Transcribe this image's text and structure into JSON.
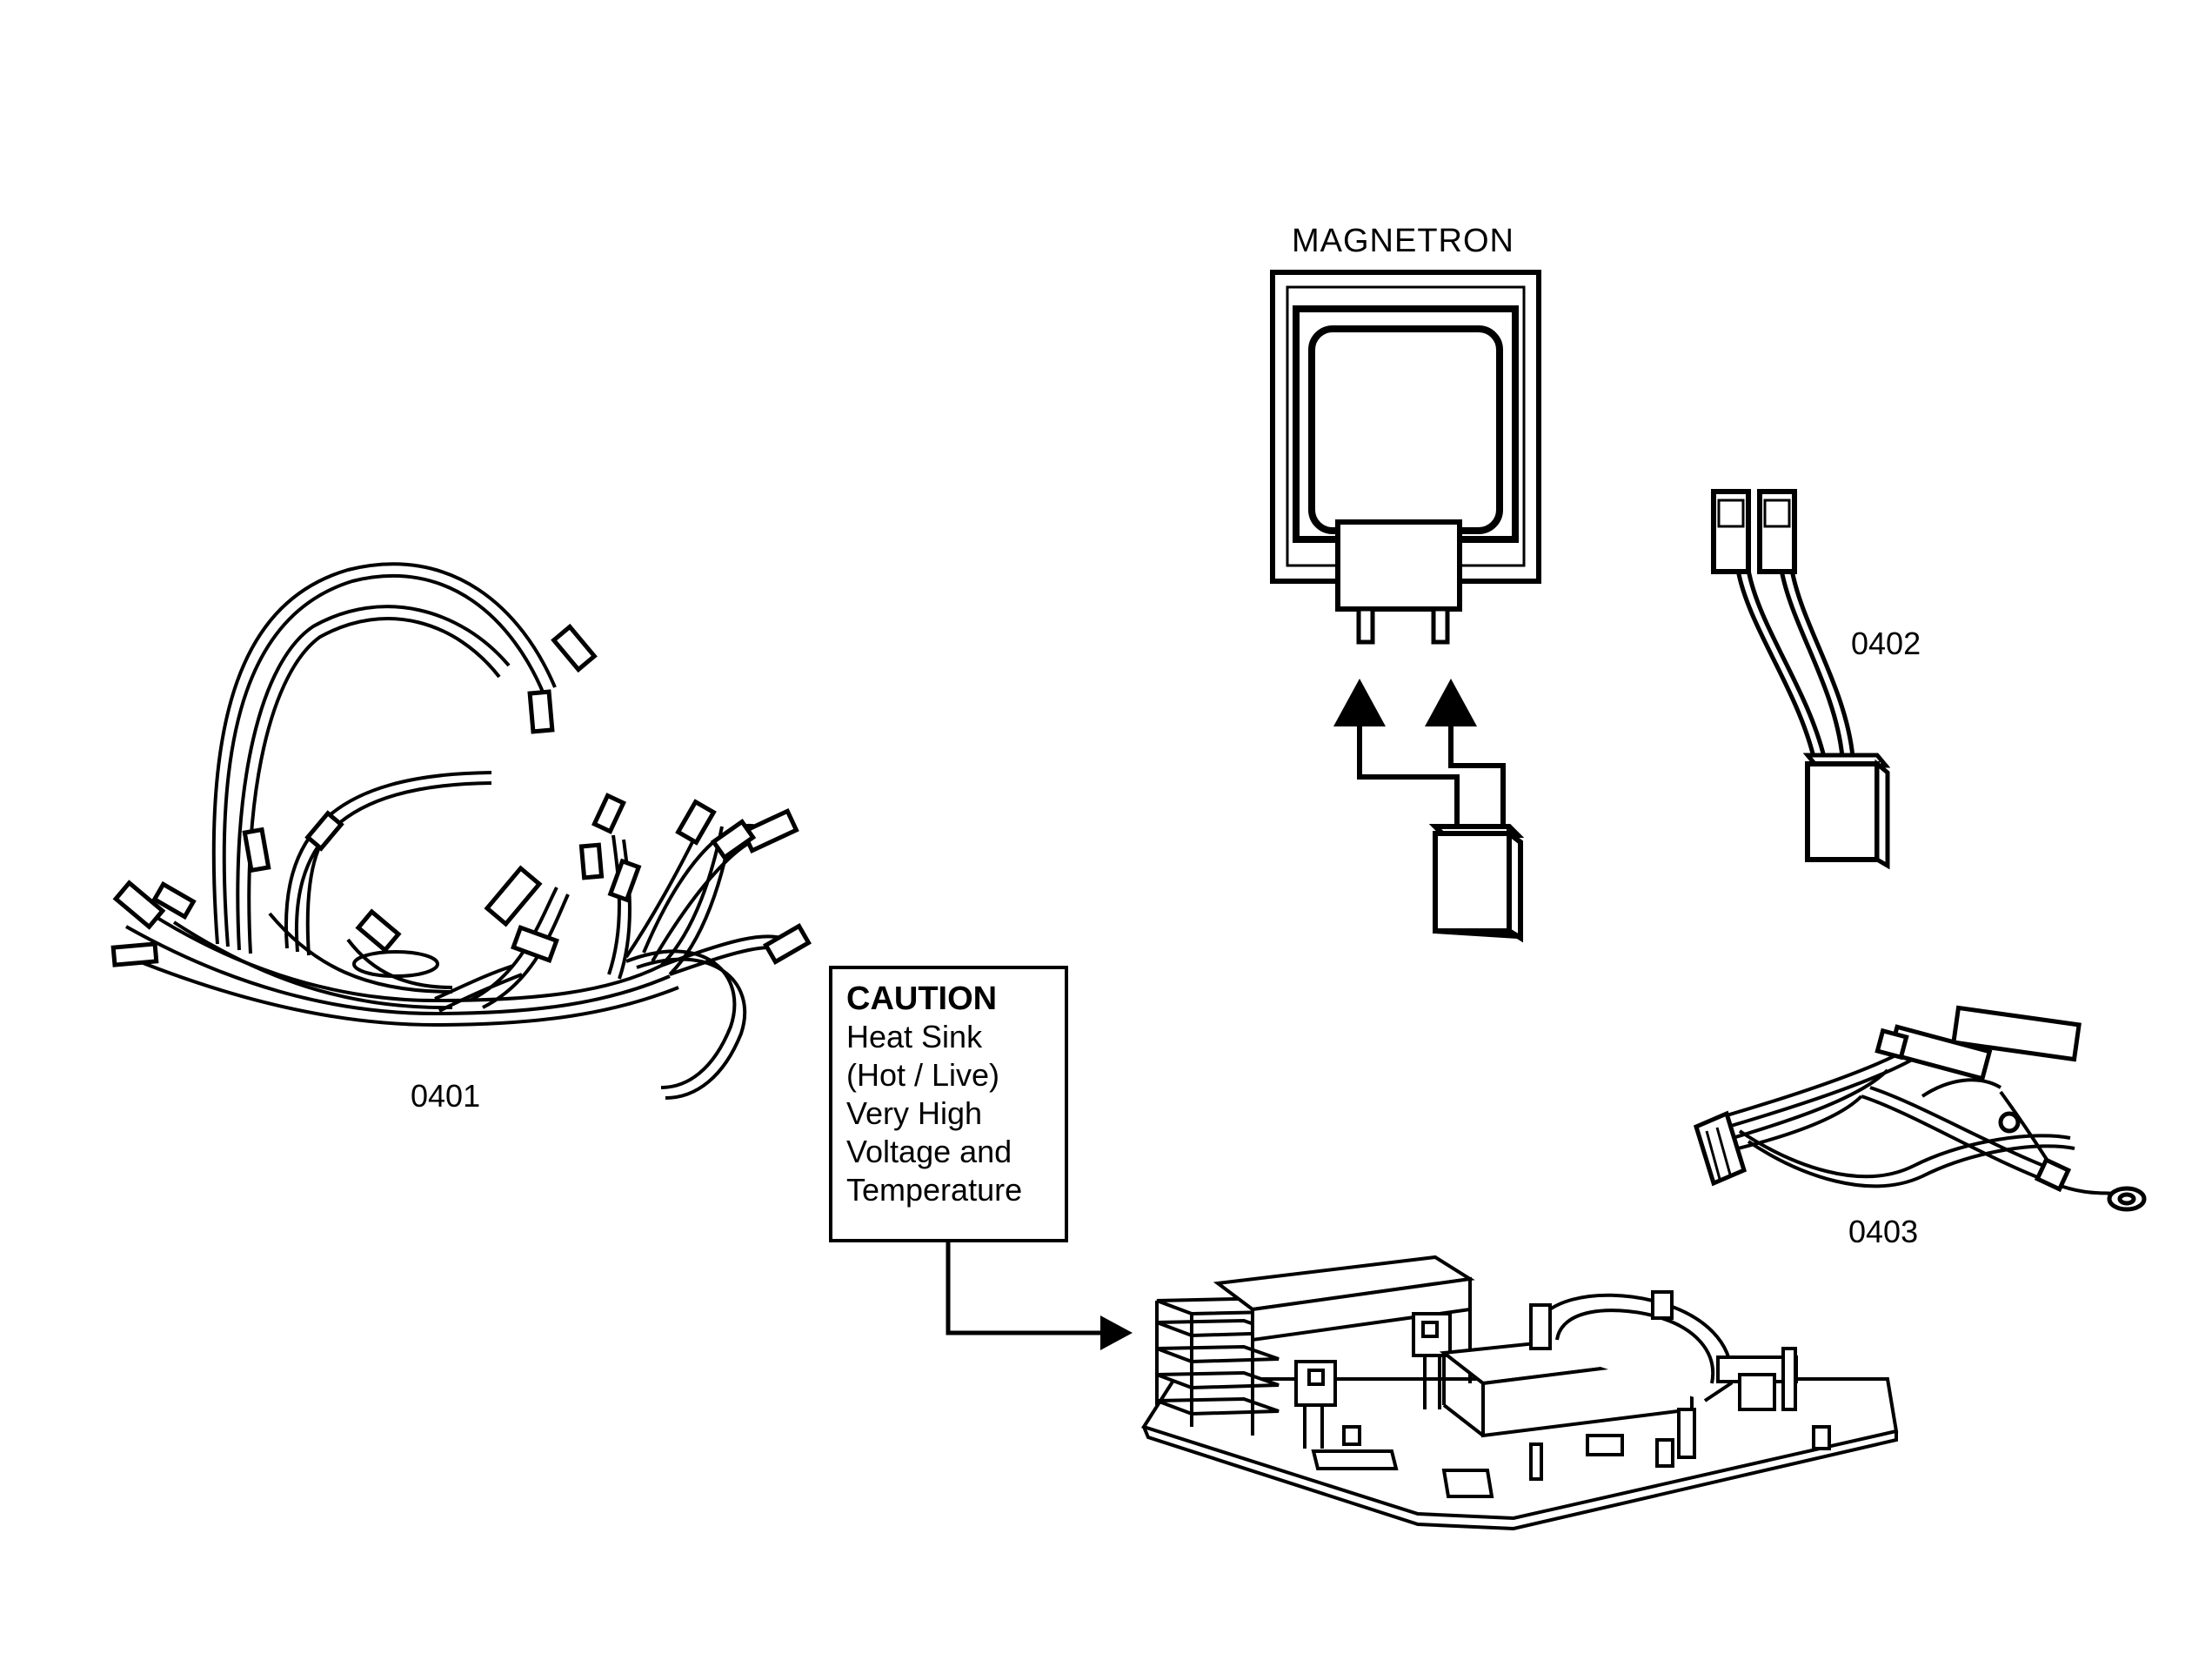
{
  "labels": {
    "magnetron": "MAGNETRON",
    "part_0401": "0401",
    "part_0402": "0402",
    "part_0403": "0403"
  },
  "caution": {
    "title": "CAUTION",
    "lines": [
      "Heat Sink",
      "(Hot / Live)",
      "Very High",
      "Voltage and",
      "Temperature"
    ]
  }
}
